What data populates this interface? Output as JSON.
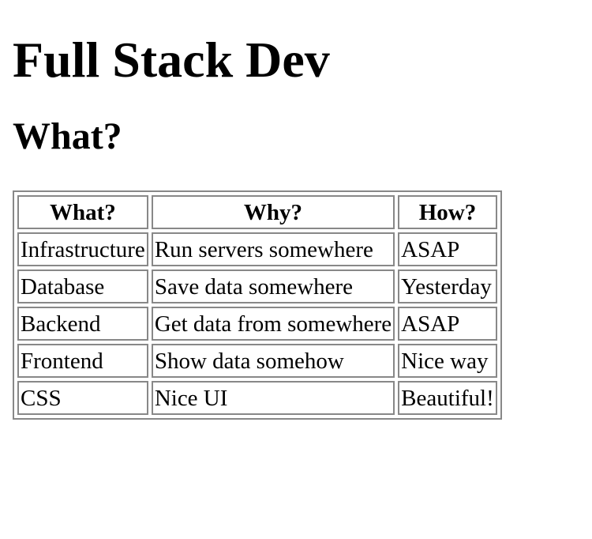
{
  "page": {
    "heading": "Full Stack Dev",
    "subheading": "What?"
  },
  "table": {
    "headers": [
      "What?",
      "Why?",
      "How?"
    ],
    "rows": [
      [
        "Infrastructure",
        "Run servers somewhere",
        "ASAP"
      ],
      [
        "Database",
        "Save data somewhere",
        "Yesterday"
      ],
      [
        "Backend",
        "Get data from somewhere",
        "ASAP"
      ],
      [
        "Frontend",
        "Show data somehow",
        "Nice way"
      ],
      [
        "CSS",
        "Nice UI",
        "Beautiful!"
      ]
    ]
  }
}
